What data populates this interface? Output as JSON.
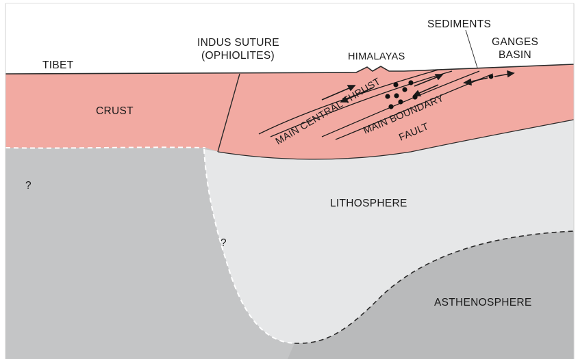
{
  "labels": {
    "tibet": "TIBET",
    "indus_suture_line1": "INDUS SUTURE",
    "indus_suture_line2": "(OPHIOLITES)",
    "himalayas": "HIMALAYAS",
    "sediments": "SEDIMENTS",
    "ganges_line1": "GANGES",
    "ganges_line2": "BASIN",
    "crust": "CRUST",
    "main_central_thrust": "MAIN CENTRAL THRUST",
    "main_boundary_line1": "MAIN BOUNDARY",
    "main_boundary_line2": "FAULT",
    "lithosphere": "LITHOSPHERE",
    "asthenosphere": "ASTHENOSPHERE",
    "question_left": "?",
    "question_middle": "?"
  },
  "colors": {
    "crust": "#f2aaa2",
    "lithosphere_gray": "#c4c5c6",
    "lithosphere_light": "#e6e7e8",
    "asthenosphere": "#b9babb",
    "outline": "#333333"
  }
}
